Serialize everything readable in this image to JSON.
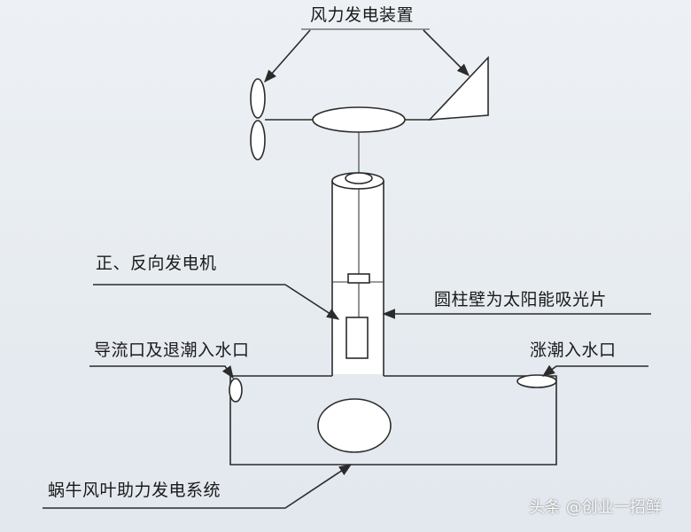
{
  "labels": {
    "wind_device": "风力发电装置",
    "generator": "正、反向发电机",
    "solar_wall": "圆柱壁为太阳能吸光片",
    "guide_outlet": "导流口及退潮入水口",
    "tide_inlet": "涨潮入水口",
    "snail_system": "蜗牛风叶助力发电系统"
  },
  "watermark": "头条 @创业一招鲜"
}
